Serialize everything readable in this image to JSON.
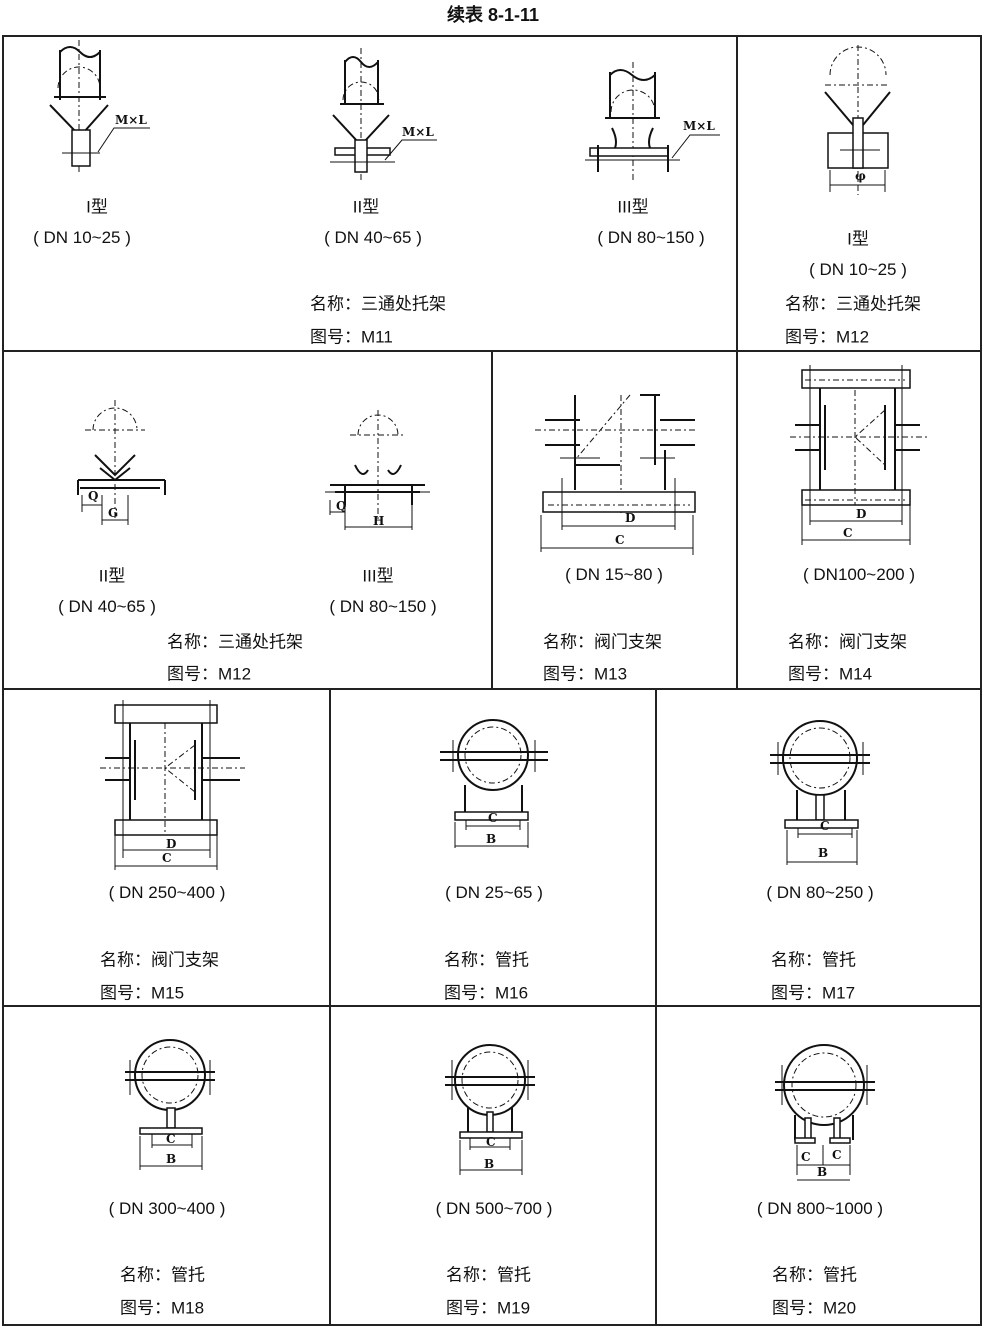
{
  "title": "续表 8-1-11",
  "m11": {
    "types": [
      {
        "type": "I型",
        "dn": "( DN 10~25 )",
        "label": "M×L"
      },
      {
        "type": "II型",
        "dn": "( DN 40~65 )",
        "label": "M×L"
      },
      {
        "type": "III型",
        "dn": "( DN 80~150 )",
        "label": "M×L"
      }
    ],
    "name": "名称：三通处托架",
    "code": "图号：M11"
  },
  "m12a": {
    "type": "I型",
    "dn": "( DN 10~25 )",
    "dim": "φ",
    "name": "名称：三通处托架",
    "code": "图号：M12"
  },
  "m12b": {
    "types": [
      {
        "type": "II型",
        "dn": "( DN 40~65 )",
        "dims": [
          "Q",
          "G"
        ]
      },
      {
        "type": "III型",
        "dn": "( DN 80~150 )",
        "dims": [
          "Q",
          "H"
        ]
      }
    ],
    "name": "名称：三通处托架",
    "code": "图号：M12"
  },
  "m13": {
    "dn": "( DN 15~80 )",
    "dims": [
      "D",
      "C"
    ],
    "name": "名称：阀门支架",
    "code": "图号：M13"
  },
  "m14": {
    "dn": "( DN100~200 )",
    "dims": [
      "D",
      "C"
    ],
    "name": "名称：阀门支架",
    "code": "图号：M14"
  },
  "m15": {
    "dn": "( DN 250~400 )",
    "dims": [
      "D",
      "C"
    ],
    "name": "名称：阀门支架",
    "code": "图号：M15"
  },
  "m16": {
    "dn": "( DN 25~65 )",
    "dims": [
      "C",
      "B"
    ],
    "name": "名称：管托",
    "code": "图号：M16"
  },
  "m17": {
    "dn": "( DN 80~250 )",
    "dims": [
      "C",
      "B"
    ],
    "name": "名称：管托",
    "code": "图号：M17"
  },
  "m18": {
    "dn": "( DN 300~400 )",
    "dims": [
      "C",
      "B"
    ],
    "name": "名称：管托",
    "code": "图号：M18"
  },
  "m19": {
    "dn": "( DN 500~700 )",
    "dims": [
      "C",
      "B"
    ],
    "name": "名称：管托",
    "code": "图号：M19"
  },
  "m20": {
    "dn": "( DN 800~1000 )",
    "dims": [
      "C",
      "C",
      "B"
    ],
    "name": "名称：管托",
    "code": "图号：M20"
  }
}
